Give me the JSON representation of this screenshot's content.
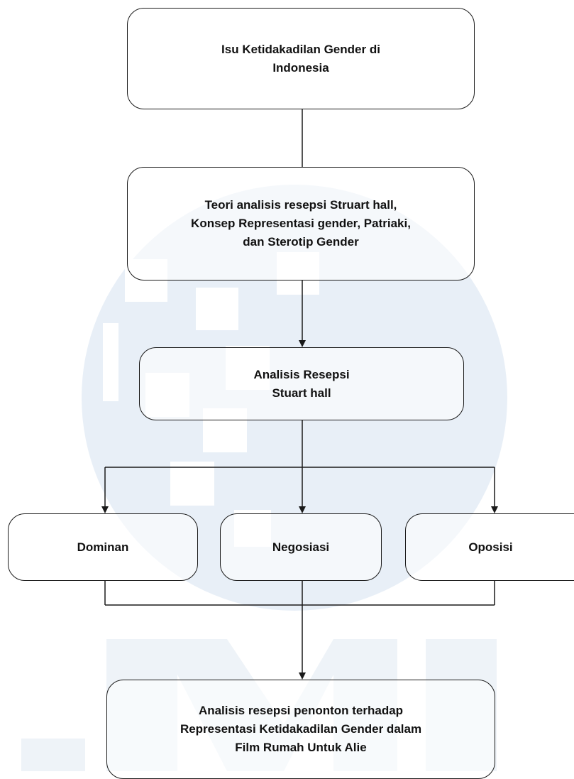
{
  "diagram": {
    "nodes": [
      {
        "id": "issue",
        "text": "Isu Ketidakadilan Gender di\nIndonesia"
      },
      {
        "id": "theory",
        "text": "Teori analisis resepsi Struart hall,\nKonsep Representasi gender, Patriaki,\ndan Sterotip Gender"
      },
      {
        "id": "reception",
        "text": "Analisis Resepsi\nStuart hall"
      },
      {
        "id": "dominant",
        "text": "Dominan"
      },
      {
        "id": "negotiation",
        "text": "Negosiasi"
      },
      {
        "id": "opposition",
        "text": "Oposisi"
      },
      {
        "id": "result",
        "text": "Analisis resepsi penonton terhadap\nRepresentasi Ketidakadilan Gender dalam\nFilm Rumah Untuk Alie"
      }
    ],
    "edges": [
      {
        "from": "issue",
        "to": "theory",
        "arrow": false
      },
      {
        "from": "theory",
        "to": "reception",
        "arrow": true
      },
      {
        "from": "reception",
        "to": "dominant",
        "arrow": true
      },
      {
        "from": "reception",
        "to": "negotiation",
        "arrow": true
      },
      {
        "from": "reception",
        "to": "opposition",
        "arrow": true
      },
      {
        "from": "dominant",
        "to": "result",
        "arrow": true
      },
      {
        "from": "negotiation",
        "to": "result",
        "arrow": true
      },
      {
        "from": "opposition",
        "to": "result",
        "arrow": true
      }
    ]
  },
  "colors": {
    "line": "#1a1a1a",
    "watermark": "#e6eef6"
  }
}
